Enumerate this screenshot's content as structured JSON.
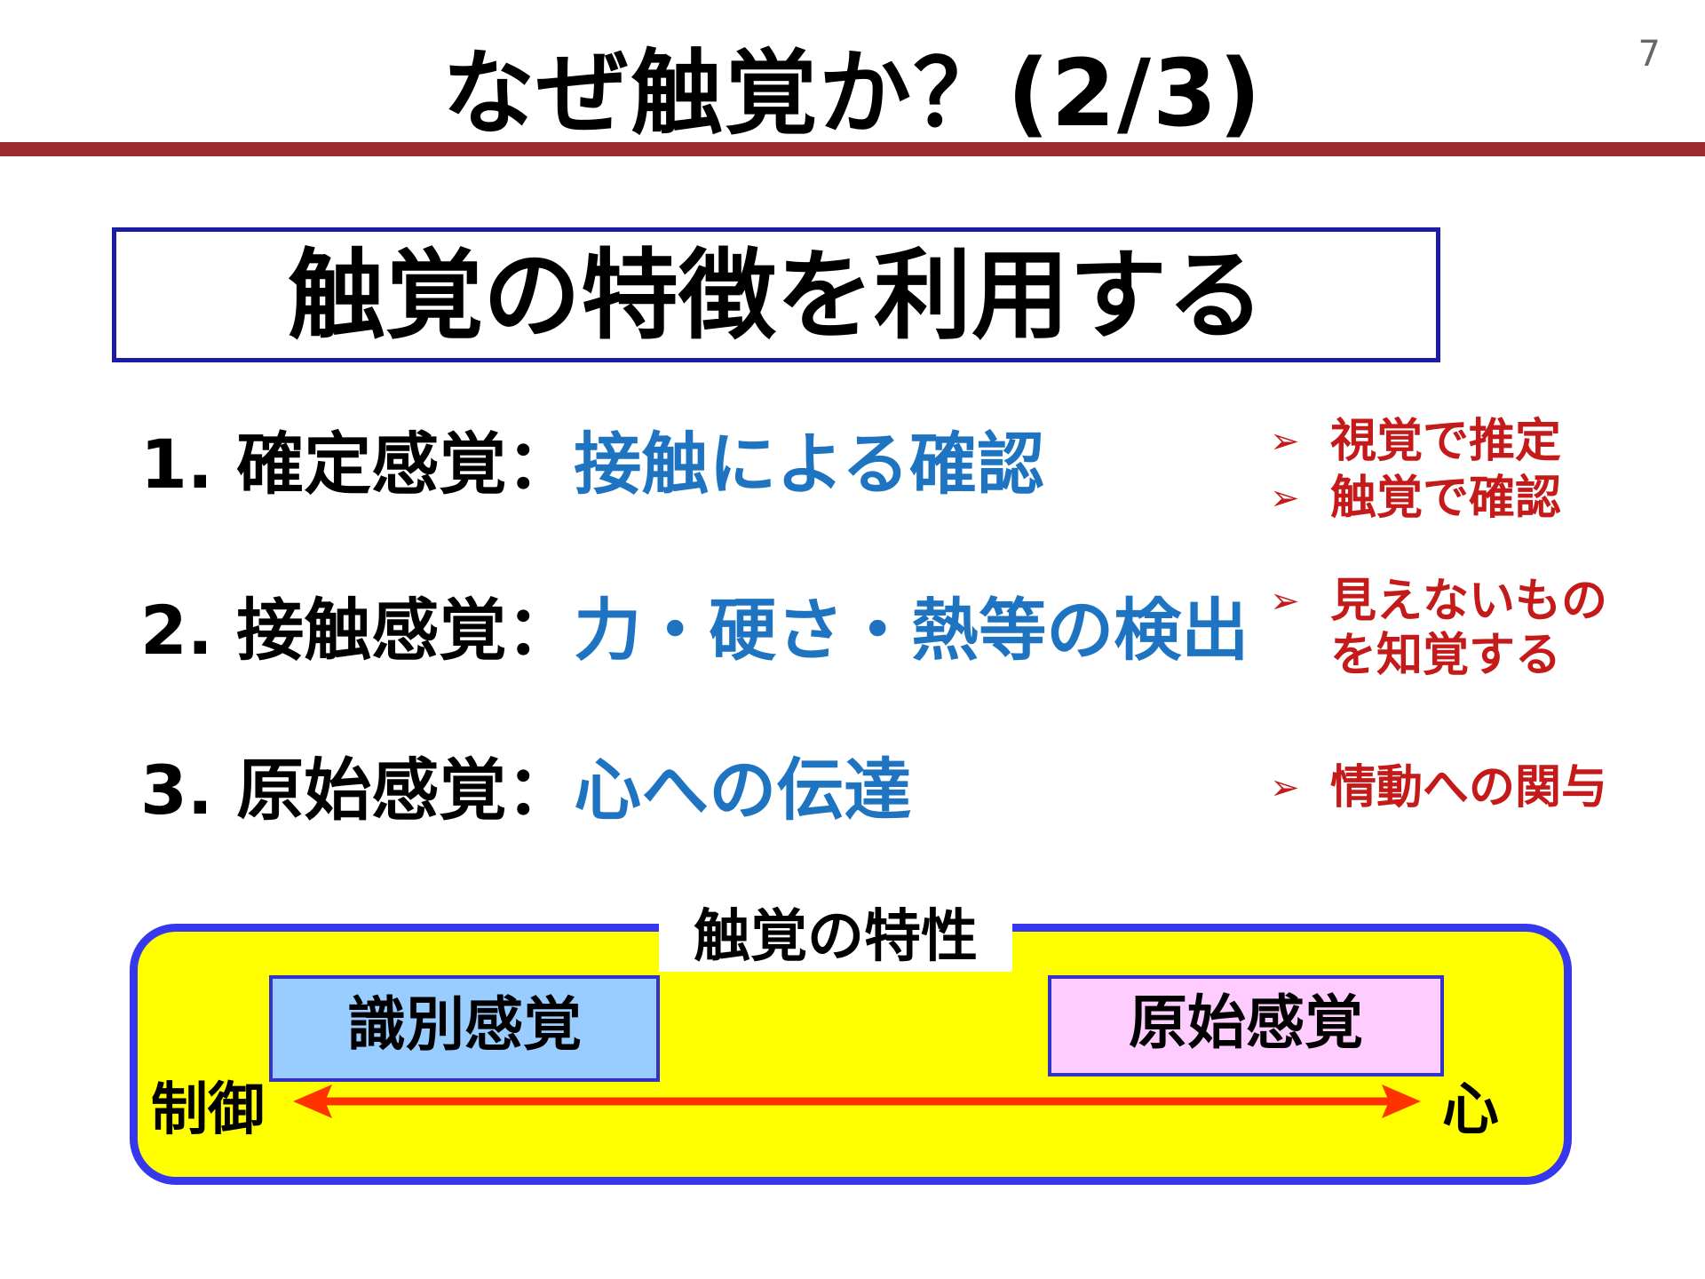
{
  "header": {
    "title": "なぜ触覚か？(2/3)",
    "page_number": "7"
  },
  "theme": {
    "text": "触覚の特徴を利用する"
  },
  "items": [
    {
      "label": "1. 確定感覚：",
      "desc": "接触による確認"
    },
    {
      "label": "2. 接触感覚：",
      "desc": "力・硬さ・熱等の検出"
    },
    {
      "label": "3. 原始感覚：",
      "desc": "心への伝達"
    }
  ],
  "notes": {
    "arrow": "➢",
    "n1": "視覚で推定",
    "n2": "触覚で確認",
    "n3_line1": "見えないもの",
    "n3_line2": "を知覚する",
    "n4": "情動への関与"
  },
  "diagram": {
    "title": "触覚の特性",
    "left_box": "識別感覚",
    "right_box": "原始感覚",
    "left_label": "制御",
    "right_label": "心"
  },
  "colors": {
    "title_rule": "#9b2b30",
    "theme_border": "#1d1ca8",
    "item_desc": "#1f74c2",
    "note_red": "#c41a1a",
    "diagram_fill": "#ffff00",
    "diagram_border": "#3737ee",
    "box_blue": "#99ccff",
    "box_pink": "#ffccff",
    "axis_arrow": "#ff3300"
  }
}
